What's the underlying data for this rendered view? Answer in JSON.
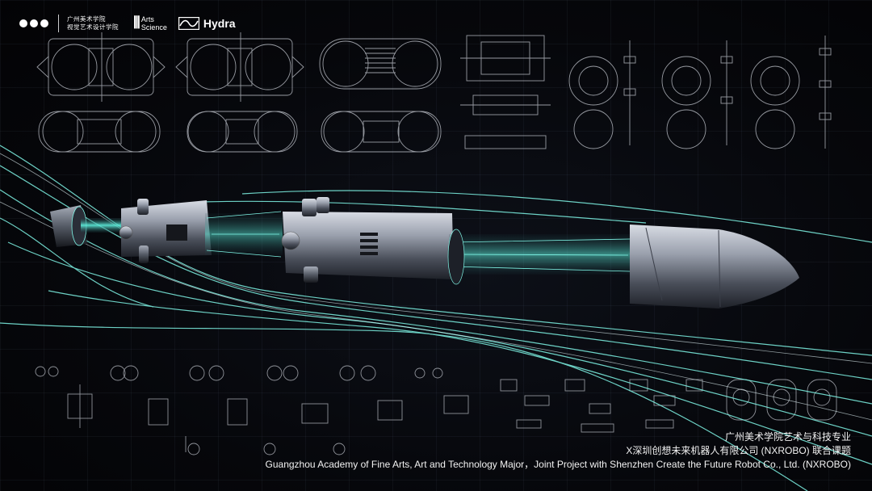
{
  "header": {
    "school_line1": "广州美术学院",
    "school_line2": "视觉艺术设计学院",
    "arts_line1": "Arts",
    "arts_line2": "Science",
    "hydra": "Hydra"
  },
  "credits": {
    "line1": "广州美术学院艺术与科技专业",
    "line2": "X深圳创想未来机器人有限公司 (NXROBO) 联合课题",
    "line3": "Guangzhou Academy of Fine Arts, Art and Technology Major，Joint Project with Shenzhen Create the Future Robot Co., Ltd. (NXROBO)"
  },
  "colors": {
    "background": "#05060a",
    "accent_cyan": "#7ff5e6",
    "metal": "#9aa0ad",
    "blueprint": "#c8ccd4"
  }
}
